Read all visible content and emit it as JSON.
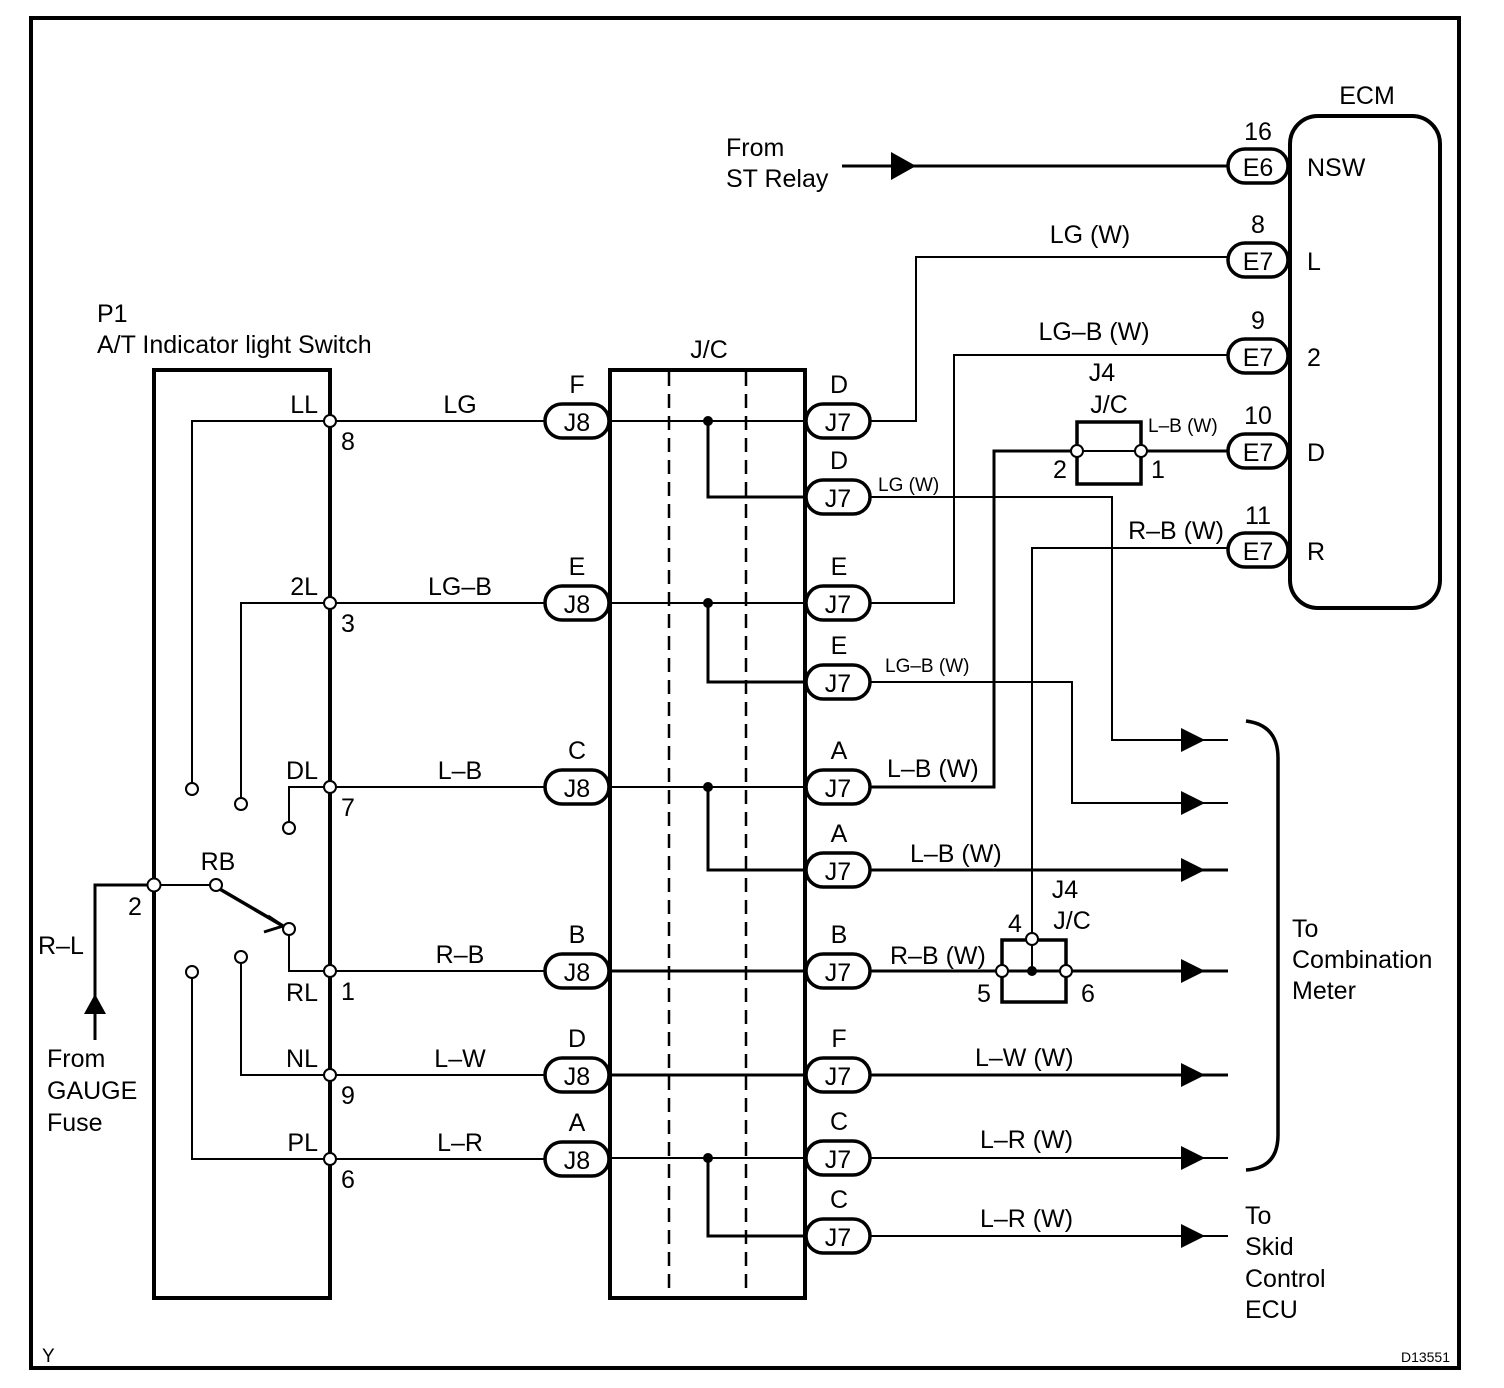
{
  "diagram": {
    "code": "D13551",
    "corner_mark": "Y",
    "ecm": {
      "title": "ECM",
      "pins": [
        {
          "num": "16",
          "conn": "E6",
          "name": "NSW",
          "wire": ""
        },
        {
          "num": "8",
          "conn": "E7",
          "name": "L",
          "wire": "LG (W)"
        },
        {
          "num": "9",
          "conn": "E7",
          "name": "2",
          "wire": "LG–B (W)"
        },
        {
          "num": "10",
          "conn": "E7",
          "name": "D",
          "wire": "L–B (W)"
        },
        {
          "num": "11",
          "conn": "E7",
          "name": "R",
          "wire": "R–B (W)"
        }
      ]
    },
    "st_relay": {
      "line1": "From",
      "line2": "ST Relay"
    },
    "switch": {
      "id": "P1",
      "name": "A/T Indicator light Switch",
      "terminals": [
        {
          "name": "LL",
          "num": "8",
          "wire": "LG"
        },
        {
          "name": "2L",
          "num": "3",
          "wire": "LG–B"
        },
        {
          "name": "DL",
          "num": "7",
          "wire": "L–B"
        },
        {
          "name": "RL",
          "num": "1",
          "wire": "R–B"
        },
        {
          "name": "NL",
          "num": "9",
          "wire": "L–W"
        },
        {
          "name": "PL",
          "num": "6",
          "wire": "L–R"
        }
      ],
      "common": {
        "name": "RB",
        "num": "2"
      }
    },
    "gauge": {
      "wire": "R–L",
      "line1": "From",
      "line2": "GAUGE",
      "line3": "Fuse"
    },
    "jc": {
      "title": "J/C",
      "left": [
        {
          "pin": "F",
          "conn": "J8"
        },
        {
          "pin": "E",
          "conn": "J8"
        },
        {
          "pin": "C",
          "conn": "J8"
        },
        {
          "pin": "B",
          "conn": "J8"
        },
        {
          "pin": "D",
          "conn": "J8"
        },
        {
          "pin": "A",
          "conn": "J8"
        }
      ],
      "right": [
        {
          "pin": "D",
          "conn": "J7",
          "wire": ""
        },
        {
          "pin": "D",
          "conn": "J7",
          "wire": "LG (W)"
        },
        {
          "pin": "E",
          "conn": "J7",
          "wire": ""
        },
        {
          "pin": "E",
          "conn": "J7",
          "wire": "LG–B (W)"
        },
        {
          "pin": "A",
          "conn": "J7",
          "wire": "L–B (W)"
        },
        {
          "pin": "A",
          "conn": "J7",
          "wire": "L–B (W)"
        },
        {
          "pin": "B",
          "conn": "J7",
          "wire": "R–B (W)"
        },
        {
          "pin": "F",
          "conn": "J7",
          "wire": "L–W (W)"
        },
        {
          "pin": "C",
          "conn": "J7",
          "wire": "L–R (W)"
        },
        {
          "pin": "C",
          "conn": "J7",
          "wire": "L–R (W)"
        }
      ]
    },
    "j4_upper": {
      "id": "J4",
      "type": "J/C",
      "pin_left": "2",
      "pin_right": "1"
    },
    "j4_lower": {
      "id": "J4",
      "type": "J/C",
      "pin_top": "4",
      "pin_left": "5",
      "pin_right": "6"
    },
    "combination_meter": {
      "line1": "To",
      "line2": "Combination",
      "line3": "Meter"
    },
    "skid_ecu": {
      "line1": "To",
      "line2": "Skid",
      "line3": "Control",
      "line4": "ECU"
    }
  }
}
